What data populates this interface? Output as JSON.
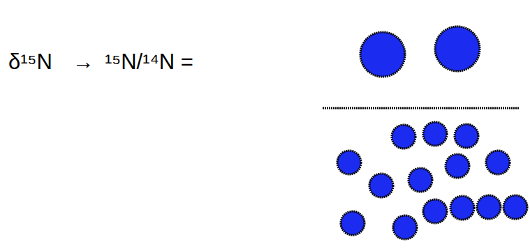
{
  "diagram": {
    "labels": [
      "δ¹⁵N",
      "→",
      "¹⁵N/¹⁴N ="
    ]
  }
}
